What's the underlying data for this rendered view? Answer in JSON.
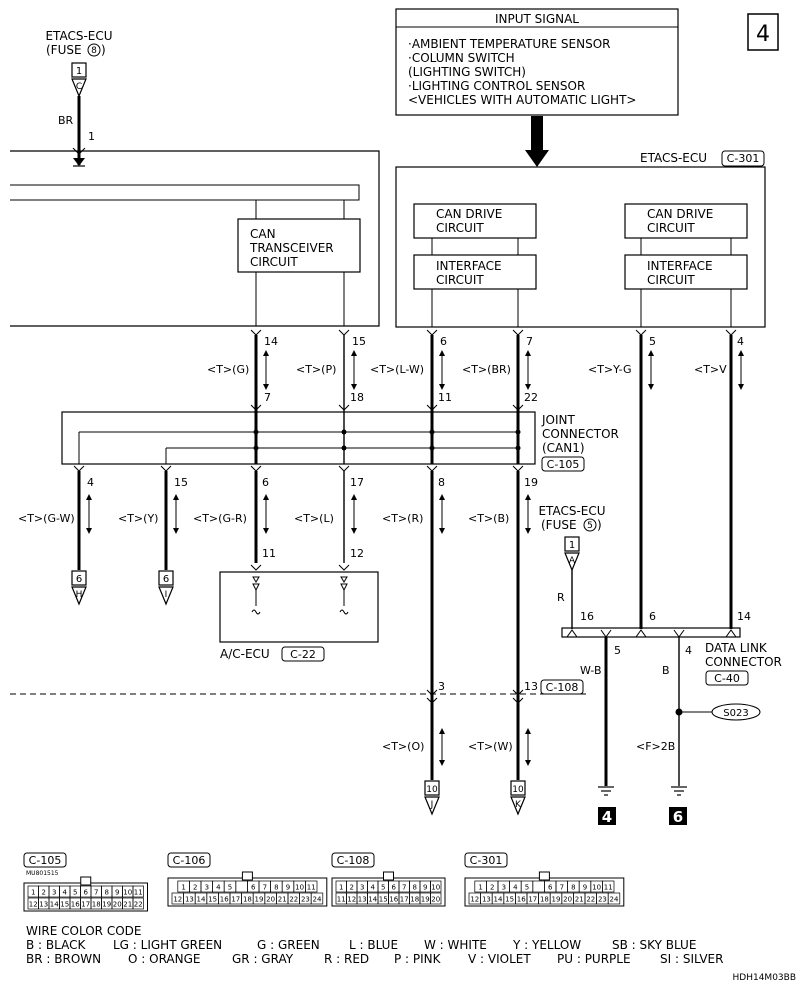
{
  "page_number": "4",
  "input_signal": {
    "title": "INPUT SIGNAL",
    "items": [
      "·AMBIENT TEMPERATURE SENSOR",
      "·COLUMN SWITCH",
      " (LIGHTING SWITCH)",
      "·LIGHTING CONTROL SENSOR",
      " <VEHICLES WITH AUTOMATIC LIGHT>"
    ]
  },
  "etacs_fuse8": {
    "line1": "ETACS-ECU",
    "line2": "(FUSE",
    "fuse_num": "8",
    "line2_end": ")",
    "terminal_top": "1",
    "terminal_letter": "C",
    "wire": "BR",
    "pin": "1"
  },
  "etacs_fuse5": {
    "line1": "ETACS-ECU",
    "line2": "(FUSE",
    "fuse_num": "5",
    "line2_end": ")",
    "terminal_top": "1",
    "terminal_letter": "A",
    "wire": "R"
  },
  "etacs_main": {
    "label": "ETACS-ECU",
    "connector": "C-301"
  },
  "can_transceiver": [
    "CAN",
    "TRANSCEIVER",
    "CIRCUIT"
  ],
  "can_drive": [
    "CAN DRIVE",
    "CIRCUIT"
  ],
  "interface": [
    "INTERFACE",
    "CIRCUIT"
  ],
  "upper_wires": [
    {
      "pin_top": "14",
      "signal": "<T>(G)",
      "pin_bottom": "7"
    },
    {
      "pin_top": "15",
      "signal": "<T>(P)",
      "pin_bottom": "18"
    },
    {
      "pin_top": "6",
      "signal": "<T>(L-W)",
      "pin_bottom": "11"
    },
    {
      "pin_top": "7",
      "signal": "<T>(BR)",
      "pin_bottom": "22"
    },
    {
      "pin_top": "5",
      "signal": "<T>Y-G"
    },
    {
      "pin_top": "4",
      "signal": "<T>V"
    }
  ],
  "joint_connector": {
    "lines": [
      "JOINT",
      "CONNECTOR",
      "(CAN1)"
    ],
    "connector": "C-105"
  },
  "lower_wires": [
    {
      "pin": "4",
      "signal": "<T>(G-W)",
      "terminal_top": "6",
      "terminal_letter": "H"
    },
    {
      "pin": "15",
      "signal": "<T>(Y)",
      "terminal_top": "6",
      "terminal_letter": "I"
    },
    {
      "pin": "6",
      "signal": "<T>(G-R)",
      "pin_bottom": "11"
    },
    {
      "pin": "17",
      "signal": "<T>(L)",
      "pin_bottom": "12"
    },
    {
      "pin": "8",
      "signal": "<T>(R)",
      "pin_bottom": "3",
      "signal2": "<T>(O)",
      "terminal_top": "10",
      "terminal_letter": "J"
    },
    {
      "pin": "19",
      "signal": "<T>(B)",
      "pin_bottom": "13",
      "signal2": "<T>(W)",
      "terminal_top": "10",
      "terminal_letter": "K"
    }
  ],
  "ac_ecu": {
    "label": "A/C-ECU",
    "connector": "C-22"
  },
  "c108": "C-108",
  "data_link": {
    "lines": [
      "DATA LINK",
      "CONNECTOR"
    ],
    "connector": "C-40",
    "pins_top": [
      "16",
      "6",
      "14"
    ],
    "pins_bottom": [
      "5",
      "4"
    ],
    "wire_wb": "W-B",
    "wire_b": "B",
    "splice": "S023",
    "signal": "<F>2B",
    "grounds": [
      "4",
      "6"
    ]
  },
  "connector_views": [
    {
      "name": "C-105",
      "code": "MU801515",
      "row1": [
        "1",
        "2",
        "3",
        "4",
        "5",
        "6",
        "7",
        "8",
        "9",
        "10",
        "11"
      ],
      "row2": [
        "12",
        "13",
        "14",
        "15",
        "16",
        "17",
        "18",
        "19",
        "20",
        "21",
        "22"
      ]
    },
    {
      "name": "C-106",
      "row1": [
        "1",
        "2",
        "3",
        "4",
        "5",
        "",
        "6",
        "7",
        "8",
        "9",
        "10",
        "11"
      ],
      "row2": [
        "12",
        "13",
        "14",
        "15",
        "16",
        "17",
        "18",
        "19",
        "20",
        "21",
        "22",
        "23",
        "24"
      ]
    },
    {
      "name": "C-108",
      "row1": [
        "1",
        "2",
        "3",
        "4",
        "5",
        "6",
        "7",
        "8",
        "9",
        "10"
      ],
      "row2": [
        "11",
        "12",
        "13",
        "14",
        "15",
        "16",
        "17",
        "18",
        "19",
        "20"
      ]
    },
    {
      "name": "C-301",
      "row1": [
        "1",
        "2",
        "3",
        "4",
        "5",
        "",
        "6",
        "7",
        "8",
        "9",
        "10",
        "11"
      ],
      "row2": [
        "12",
        "13",
        "14",
        "15",
        "16",
        "17",
        "18",
        "19",
        "20",
        "21",
        "22",
        "23",
        "24"
      ]
    }
  ],
  "wire_color_code": {
    "title": "WIRE COLOR CODE",
    "row1": [
      "B : BLACK",
      "LG : LIGHT GREEN",
      "G : GREEN",
      "L : BLUE",
      "W : WHITE",
      "Y : YELLOW",
      "SB : SKY BLUE"
    ],
    "row2": [
      "BR : BROWN",
      "O : ORANGE",
      "GR : GRAY",
      "R : RED",
      "P : PINK",
      "V : VIOLET",
      "PU : PURPLE",
      "SI : SILVER"
    ]
  },
  "doc_code": "HDH14M03BB"
}
